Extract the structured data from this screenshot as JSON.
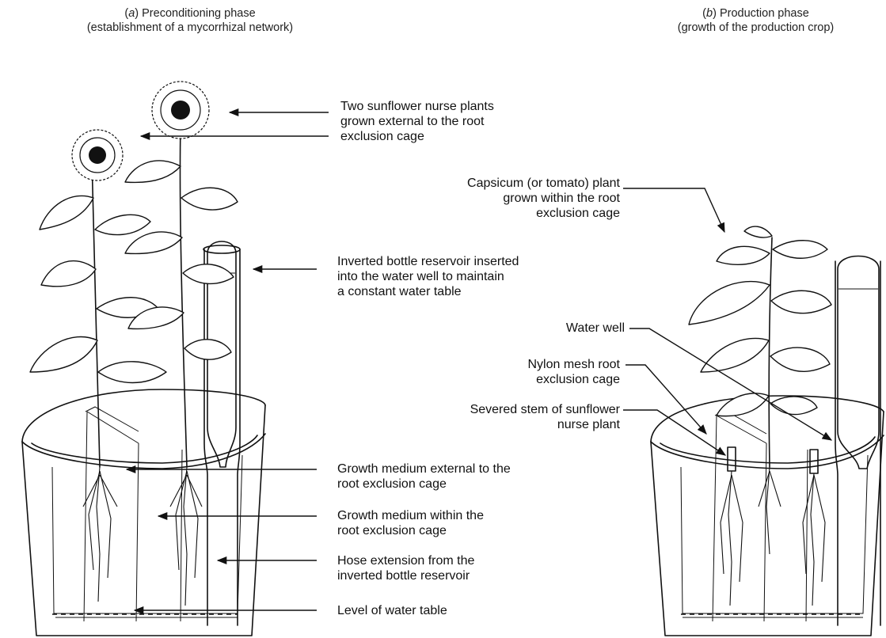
{
  "panels": {
    "a": {
      "letter": "a",
      "title": "Preconditioning phase",
      "subtitle": "(establishment of a mycorrhizal network)"
    },
    "b": {
      "letter": "b",
      "title": "Production phase",
      "subtitle": "(growth of the production crop)"
    }
  },
  "labels_a": [
    {
      "lines": [
        "Two sunflower nurse plants",
        "grown external to the root",
        "exclusion cage"
      ]
    },
    {
      "lines": [
        "Inverted bottle reservoir inserted",
        "into the water well to maintain",
        "a constant water table"
      ]
    },
    {
      "lines": [
        "Growth medium external to the",
        "root exclusion cage"
      ]
    },
    {
      "lines": [
        "Growth medium within the",
        "root exclusion cage"
      ]
    },
    {
      "lines": [
        "Hose extension from the",
        "inverted bottle reservoir"
      ]
    },
    {
      "lines": [
        "Level of water table"
      ]
    }
  ],
  "labels_b": [
    {
      "lines": [
        "Capsicum (or tomato) plant",
        "grown within the root",
        "exclusion cage"
      ]
    },
    {
      "lines": [
        "Water well"
      ]
    },
    {
      "lines": [
        "Nylon mesh root",
        "exclusion cage"
      ]
    },
    {
      "lines": [
        "Severed stem of sunflower",
        "nurse plant"
      ]
    }
  ]
}
